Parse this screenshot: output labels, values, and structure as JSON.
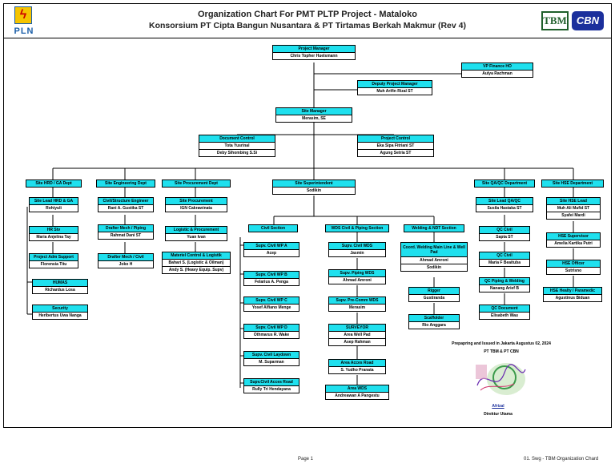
{
  "header": {
    "title": "Organization Chart For PMT PLTP Project - Mataloko",
    "subtitle": "Konsorsium PT Cipta Bangun Nusantara & PT Tirtamas Berkah Makmur (Rev 4)",
    "left_logo_text": "PLN",
    "right_logo_a": "TBM",
    "right_logo_b": "CBN"
  },
  "boxes": {
    "pm": {
      "title": "Project Manager",
      "names": [
        "Chris Topher Huelsmann"
      ]
    },
    "vpf": {
      "title": "VP Finance HO",
      "names": [
        "Aulya Rachman"
      ]
    },
    "dpm": {
      "title": "Deputy Project Manager",
      "names": [
        "Muh Arifin Rizal ST"
      ]
    },
    "sm": {
      "title": "Site Manager",
      "names": [
        "Merasim, SE"
      ]
    },
    "doc": {
      "title": "Document Control",
      "names": [
        "Tota Yusrinal",
        "Deby Sihombing S.Si"
      ]
    },
    "pc": {
      "title": "Project Control",
      "names": [
        "Eka Sipa Fitriani ST",
        "Agung Setria ST"
      ]
    },
    "hrd": {
      "title": "Site HRD / GA Dept",
      "names": []
    },
    "eng": {
      "title": "Site Engineering Dept",
      "names": []
    },
    "proc": {
      "title": "Site Procurement Dept",
      "names": []
    },
    "ss": {
      "title": "Site Superintendent",
      "names": [
        "Sodikin"
      ]
    },
    "qa": {
      "title": "Site QA/QC Department",
      "names": []
    },
    "hse": {
      "title": "Site HSE Department",
      "names": []
    },
    "hrdlead": {
      "title": "Site Lead HRD & GA",
      "names": [
        "Rohiyuli"
      ]
    },
    "civil_eng": {
      "title": "Civil/Structure Engineer",
      "names": [
        "Rani A. Gustika ST"
      ]
    },
    "siteproc": {
      "title": "Site Procurement",
      "names": [
        "IGN Cakrawinata"
      ]
    },
    "qalead": {
      "title": "Site Lead QA/QC",
      "names": [
        "Susila Hastaka ST"
      ]
    },
    "hselead": {
      "title": "Site HSE Lead",
      "names": [
        "Muh Ali Mufid ST",
        "Syafei Mardi"
      ]
    },
    "hrstv": {
      "title": "HR Stv",
      "names": [
        "Maria Anjelina Tay"
      ]
    },
    "drafter1": {
      "title": "Drafter Mech / Piping",
      "names": [
        "Rahmat Dani ST"
      ]
    },
    "logistic": {
      "title": "Logistic & Procurement",
      "names": [
        "Yuan Ivan"
      ]
    },
    "civsec": {
      "title": "Civil Section",
      "names": []
    },
    "wdssec": {
      "title": "WDS Civil & Piping Section",
      "names": []
    },
    "weldsec": {
      "title": "Welding & NDT Section",
      "names": []
    },
    "qccivil": {
      "title": "QC Civil",
      "names": [
        "Sapta ST"
      ]
    },
    "hsesup": {
      "title": "HSE Supervisor",
      "names": [
        "Amelia Kartika Putri"
      ]
    },
    "pas": {
      "title": "Project Adm Support",
      "names": [
        "Florensia Titu"
      ]
    },
    "drafter2": {
      "title": "Drafter Mech / Civil",
      "names": [
        "Joko H"
      ]
    },
    "matctrl": {
      "title": "Materiel Control & Logistik",
      "names": [
        "Bahari S. (Logistic & Oilman)",
        "Andy S. (Heavy Equip. Supv)"
      ]
    },
    "wpa": {
      "title": "Supv. Civil WP A",
      "names": [
        "Acep"
      ]
    },
    "supvwds": {
      "title": "Supv. Civil WDS",
      "names": [
        "Jasmin"
      ]
    },
    "coord": {
      "title": "Coord. Welding Main Line & Well Pad",
      "names": [
        "Ahmad Amroni",
        "Sodikin"
      ]
    },
    "qccivil2": {
      "title": "QC Civil",
      "names": [
        "Maria F Beaituba"
      ]
    },
    "hseoff": {
      "title": "HSE Officer",
      "names": [
        "Sutrisno"
      ]
    },
    "humas": {
      "title": "HUMAS",
      "names": [
        "Richardus Losa"
      ]
    },
    "wpb": {
      "title": "Supv. Civil WP B",
      "names": [
        "Felarius A. Penga"
      ]
    },
    "piping": {
      "title": "Supv. Piping WDS",
      "names": [
        "Ahmad Amroni"
      ]
    },
    "qcpiping": {
      "title": "QC Piping & Welding",
      "names": [
        "Nanang Arief B"
      ]
    },
    "hsehealthy": {
      "title": "HSE Healty / Paramedic",
      "names": [
        "Agustinus Biduan"
      ]
    },
    "rigger": {
      "title": "Rigger",
      "names": [
        "Gustiranda"
      ]
    },
    "security": {
      "title": "Security",
      "names": [
        "Heribertus Uwa Nanga"
      ]
    },
    "wpc": {
      "title": "Supv. Civil WP C",
      "names": [
        "Yosef Alfiano Menge"
      ]
    },
    "precomm": {
      "title": "Supv. Pre-Comm WDS",
      "names": [
        "Merasim"
      ]
    },
    "qcdoc": {
      "title": "QC Document",
      "names": [
        "Elisabeth Wau"
      ]
    },
    "scaffolder": {
      "title": "Scaffolder",
      "names": [
        "Rio Anggara"
      ]
    },
    "wpd": {
      "title": "Supv. Civil WP D",
      "names": [
        "Othmarus R. Wake"
      ]
    },
    "surveyor": {
      "title": "SURVEYOR",
      "names": [
        "Area Well Pad",
        "Asep Rahman"
      ]
    },
    "laydown": {
      "title": "Supv. Civil Laydown",
      "names": [
        "M. Suparman"
      ]
    },
    "acces": {
      "title": "Area Acces Road",
      "names": [
        "S. Yudho Pranata"
      ]
    },
    "accesroad": {
      "title": "Supv.Civil Acces Road",
      "names": [
        "Rully Tri Hendayana"
      ]
    },
    "areawds": {
      "title": "Area WDS",
      "names": [
        "Andreawan A Pangestu"
      ]
    }
  },
  "approval": {
    "line1": "Prepapring and Issued in Jakarta Augustus 02, 2024",
    "line2": "PT TBM & PT CBN",
    "signer": "Afrizal",
    "role": "Direktur Utama"
  },
  "footer": {
    "page": "Page 1",
    "doc": "01. Swg - TBM Organization Chard"
  }
}
